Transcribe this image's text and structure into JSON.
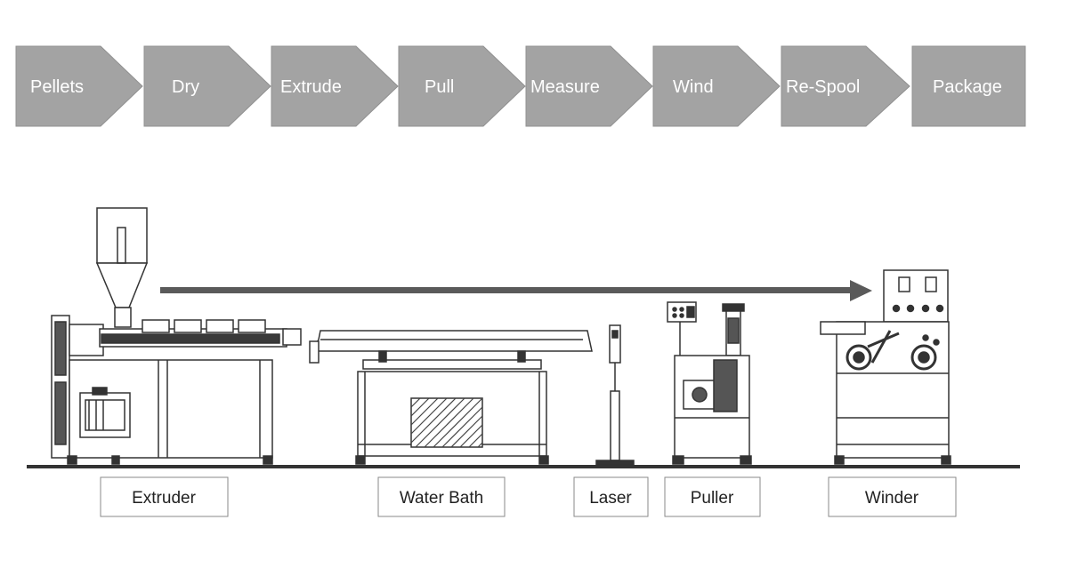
{
  "process_steps": [
    {
      "label": "Pellets",
      "shape": "chevron"
    },
    {
      "label": "Dry",
      "shape": "chevron"
    },
    {
      "label": "Extrude",
      "shape": "chevron"
    },
    {
      "label": "Pull",
      "shape": "chevron"
    },
    {
      "label": "Measure",
      "shape": "chevron"
    },
    {
      "label": "Wind",
      "shape": "chevron"
    },
    {
      "label": "Re-Spool",
      "shape": "chevron"
    },
    {
      "label": "Package",
      "shape": "rectangle"
    }
  ],
  "machine_labels": {
    "extruder": "Extruder",
    "water_bath": "Water Bath",
    "laser": "Laser",
    "puller": "Puller",
    "winder": "Winder"
  },
  "colors": {
    "step_fill": "#a3a3a3",
    "step_text": "#ffffff",
    "line_dark": "#333333",
    "flow_arrow": "#5a5a5a",
    "label_border": "#8a8a8a"
  }
}
